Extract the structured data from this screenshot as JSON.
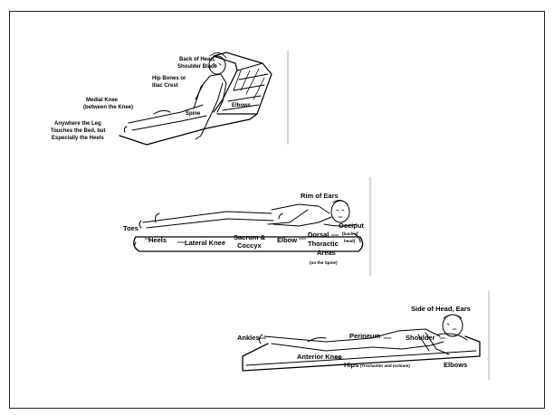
{
  "diagram_1": {
    "labels": {
      "back_head_1": "Back of Head,",
      "back_head_2": "Shoulder Blade",
      "hip_1": "Hip Bones or",
      "hip_2": "Iliac Crest",
      "medial_1": "Medial Knee",
      "medial_2": "(between the Knee)",
      "leg_1": "Anywhere the Leg",
      "leg_2": "Touches the Bed, but",
      "leg_3": "Especially the Heels",
      "spine": "Spine",
      "elbows": "Elbows"
    }
  },
  "diagram_2": {
    "labels": {
      "rim_ears": "Rim of Ears",
      "occiput": "Occiput",
      "occiput_note_1": "(back of",
      "occiput_note_2": "head)",
      "toes": "Toes",
      "heels": "Heels",
      "lateral_knee": "Lateral Knee",
      "sacrum_1": "Sacrum &",
      "sacrum_2": "Coccyx",
      "elbow": "Elbow",
      "dorsal_1": "Dorsal",
      "dorsal_2": "Thoractic",
      "dorsal_3": "Areas",
      "dorsal_note": "(on the Spine)"
    }
  },
  "diagram_3": {
    "labels": {
      "side_head": "Side of Head, Ears",
      "ankles": "Ankles",
      "perineum": "Perineum",
      "shoulder": "Shoulder",
      "anterior_knee": "Anterior Knee",
      "hips": "Hips",
      "hips_note": "(Trochanter and Ischium)",
      "elbows": "Elbows"
    }
  }
}
